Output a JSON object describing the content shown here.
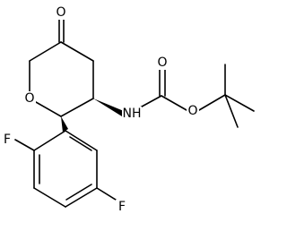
{
  "molecule": {
    "atoms": {
      "ketone_oxygen": "O",
      "ring_oxygen": "O",
      "amine": "NH",
      "carbonyl_oxygen": "O",
      "ester_oxygen": "O",
      "fluorine_top": "F",
      "fluorine_bottom": "F"
    }
  }
}
